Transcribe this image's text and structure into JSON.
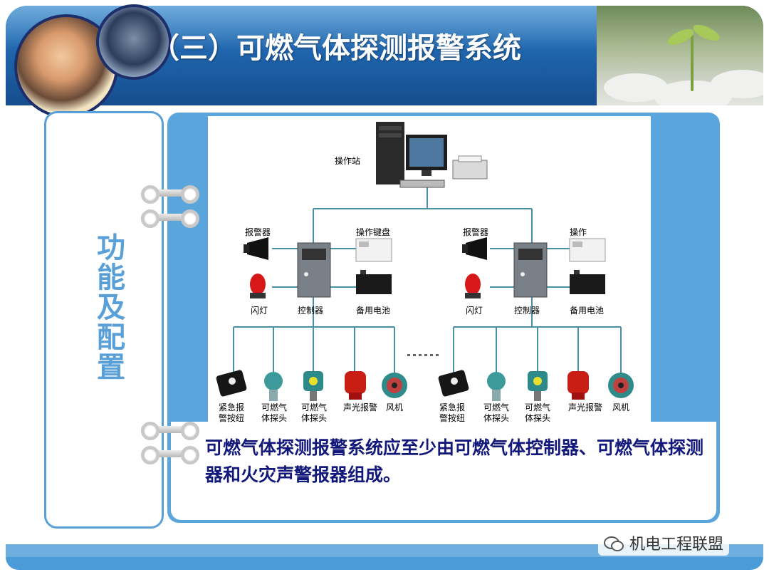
{
  "slide": {
    "title": "（三）可燃气体探测报警系统",
    "side_label": "功能及配置",
    "caption": "可燃气体探测报警系统应至少由可燃气体控制器、可燃气体探测器和火灾声警报器组成。",
    "watermark": "机电工程联盟"
  },
  "diagram": {
    "station": "操作站",
    "ellipsis": "……",
    "left_group": {
      "alarm": "报警器",
      "keyboard": "操作键盘",
      "lamp": "闪灯",
      "controller": "控制器",
      "battery": "备用电池",
      "devices": [
        "紧急报警按纽",
        "可燃气体探头",
        "可燃气体探头",
        "声光报警",
        "风机"
      ]
    },
    "right_group": {
      "alarm": "报警器",
      "keyboard": "操作",
      "lamp": "闪灯",
      "controller": "控制器",
      "battery": "备用电池",
      "devices": [
        "紧急报警按纽",
        "可燃气体探头",
        "可燃气体探头",
        "声光报警",
        "风机"
      ]
    }
  }
}
